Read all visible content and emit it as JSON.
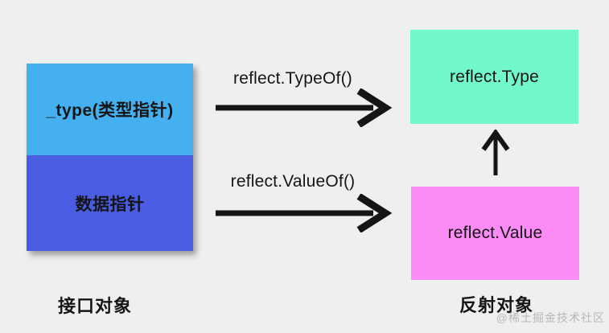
{
  "canvas": {
    "background": "#eef0ef",
    "ink": "#151515"
  },
  "interface_object": {
    "cells": [
      {
        "label": "_type(类型指针)",
        "color": "#45b0ef"
      },
      {
        "label": "数据指针",
        "color": "#4a5ce2"
      }
    ],
    "caption": "接口对象"
  },
  "reflection": {
    "type_box": {
      "label": "reflect.Type",
      "color": "#73f7cd"
    },
    "value_box": {
      "label": "reflect.Value",
      "color": "#fc8cf5"
    },
    "caption": "反射对象"
  },
  "arrows": {
    "typeof_label": "reflect.TypeOf()",
    "valueof_label": "reflect.ValueOf()"
  },
  "watermark": {
    "text": "@稀土掘金技术社区",
    "color": "#a3a5a7"
  }
}
